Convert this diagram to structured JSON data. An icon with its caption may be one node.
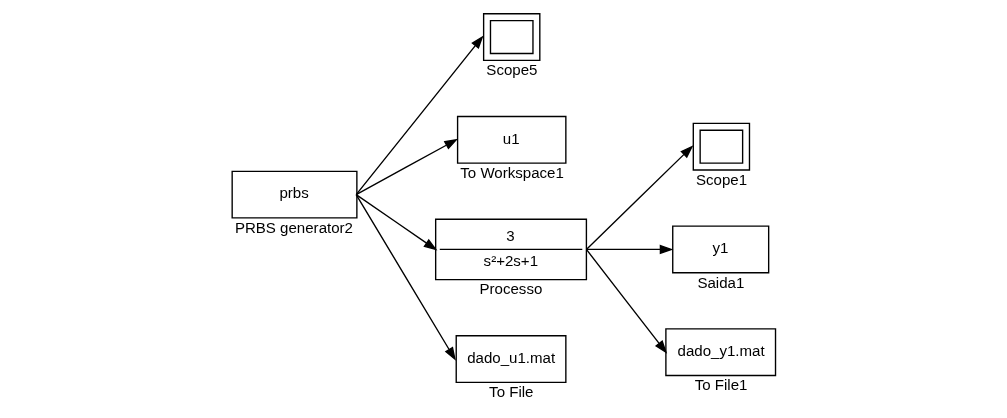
{
  "diagram": {
    "nodes": [
      {
        "text": [
          "prbs"
        ],
        "beside": [
          "PRBS generator2"
        ]
      },
      {
        "text": [],
        "shape": "box",
        "beside": [
          "Scope5"
        ]
      },
      {
        "text": [
          "u1"
        ],
        "beside": [
          "To Workspace1"
        ]
      },
      {
        "text": [
          "3",
          "s²+2s+1"
        ],
        "beside": [
          "Processo"
        ]
      },
      {
        "text": [
          "dado_u1.mat"
        ],
        "beside": [
          "To File"
        ]
      },
      {
        "text": [],
        "shape": "box",
        "beside": [
          "Scope1"
        ]
      },
      {
        "text": [
          "y1"
        ],
        "beside": [
          "Saida1"
        ]
      },
      {
        "text": [
          "dado_y1.mat"
        ],
        "beside": [
          "To File1"
        ]
      }
    ],
    "edges": [
      {
        "from": 0,
        "to": 1,
        "arrow": "to"
      },
      {
        "from": 0,
        "to": 2,
        "arrow": "to"
      },
      {
        "from": 0,
        "to": 3,
        "arrow": "to"
      },
      {
        "from": 0,
        "to": 4,
        "arrow": "to"
      },
      {
        "from": 3,
        "to": 5,
        "arrow": "to"
      },
      {
        "from": 3,
        "to": 6,
        "arrow": "to"
      },
      {
        "from": 3,
        "to": 7,
        "arrow": "to"
      }
    ]
  }
}
